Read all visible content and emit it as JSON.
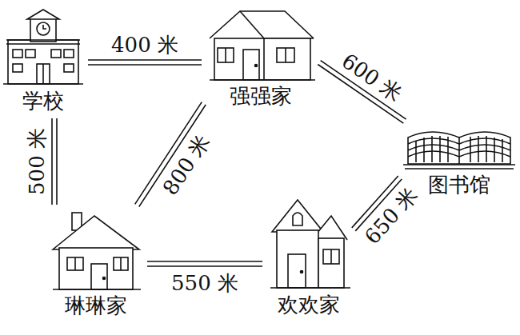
{
  "diagram": {
    "nodes": [
      {
        "text": [
          "学校"
        ]
      },
      {
        "text": [
          "强强家"
        ]
      },
      {
        "text": [
          "图书馆"
        ]
      },
      {
        "text": [
          "琳琳家"
        ]
      },
      {
        "text": [
          "欢欢家"
        ]
      }
    ],
    "edges": [
      {
        "from": 0,
        "to": 1,
        "label": "400 米",
        "arrow": "none"
      },
      {
        "from": 1,
        "to": 2,
        "label": "600 米",
        "arrow": "none"
      },
      {
        "from": 0,
        "to": 3,
        "label": "500 米",
        "arrow": "none"
      },
      {
        "from": 1,
        "to": 3,
        "label": "800 米",
        "arrow": "none"
      },
      {
        "from": 3,
        "to": 4,
        "label": "550 米",
        "arrow": "none"
      },
      {
        "from": 4,
        "to": 2,
        "label": "650 米",
        "arrow": "none"
      }
    ]
  }
}
